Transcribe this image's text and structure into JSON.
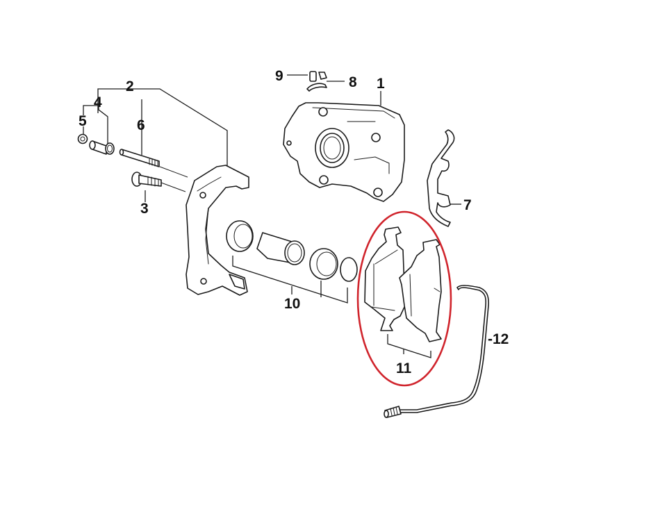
{
  "diagram": {
    "title": "Brake caliper assembly exploded parts diagram",
    "highlight_color": "#d0242c",
    "line_color": "#1a1a1a",
    "highlighted_callout": "11",
    "callouts": [
      {
        "id": "1",
        "label": "1",
        "part": "brake-caliper-housing"
      },
      {
        "id": "2",
        "label": "2",
        "part": "caliper-carrier-kit"
      },
      {
        "id": "3",
        "label": "3",
        "part": "carrier-bolt"
      },
      {
        "id": "4",
        "label": "4",
        "part": "guide-sleeve"
      },
      {
        "id": "5",
        "label": "5",
        "part": "guide-sleeve-cap"
      },
      {
        "id": "6",
        "label": "6",
        "part": "guide-bolt"
      },
      {
        "id": "7",
        "label": "7",
        "part": "anti-rattle-spring"
      },
      {
        "id": "8",
        "label": "8",
        "part": "bleeder-cap-clip"
      },
      {
        "id": "9",
        "label": "9",
        "part": "bleeder-screw"
      },
      {
        "id": "10",
        "label": "10",
        "part": "piston-seal-repair-kit"
      },
      {
        "id": "11",
        "label": "11",
        "part": "brake-pad-set"
      },
      {
        "id": "12",
        "label": "-12",
        "part": "brake-wear-sensor"
      }
    ]
  }
}
